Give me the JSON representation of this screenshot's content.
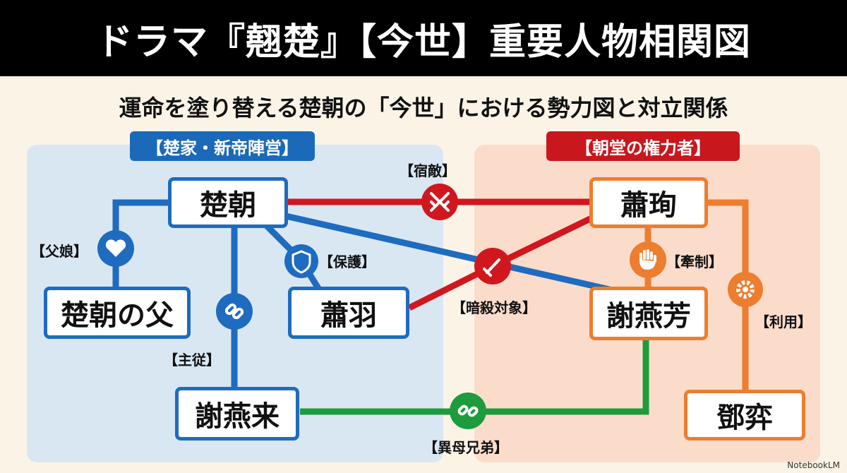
{
  "title": "ドラマ『翹楚』【今世】重要人物相関図",
  "subtitle": "運命を塗り替える楚朝の「今世」における勢力図と対立関係",
  "groups": {
    "left": "【楚家・新帝陣営】",
    "right": "【朝堂の権力者】"
  },
  "nodes": {
    "chu_zhao": "楚朝",
    "chu_father": "楚朝の父",
    "xiao_yu": "蕭羽",
    "xie_yanlai": "謝燕来",
    "xiao_xun": "蕭珣",
    "xie_yanfang": "謝燕芳",
    "deng_yi": "鄧弈"
  },
  "relations": {
    "rivals": "【宿敵】",
    "father_daughter": "【父娘】",
    "protection": "【保護】",
    "master_servant": "【主従】",
    "assassination_target": "【暗殺対象】",
    "restraint": "【牽制】",
    "use": "【利用】",
    "half_brothers": "【異母兄弟】"
  },
  "icons": {
    "rivals": "crossed-swords-icon",
    "father_daughter": "heart-icon",
    "protection": "shield-icon",
    "master_servant": "link-icon",
    "assassination_target": "dagger-icon",
    "restraint": "hand-icon",
    "use": "gear-icon",
    "half_brothers": "broken-link-icon"
  },
  "colors": {
    "blue": "#1e6bbf",
    "red": "#d0171e",
    "orange": "#ed7d2f",
    "green": "#1e9b3c"
  },
  "footer": "NotebookLM"
}
